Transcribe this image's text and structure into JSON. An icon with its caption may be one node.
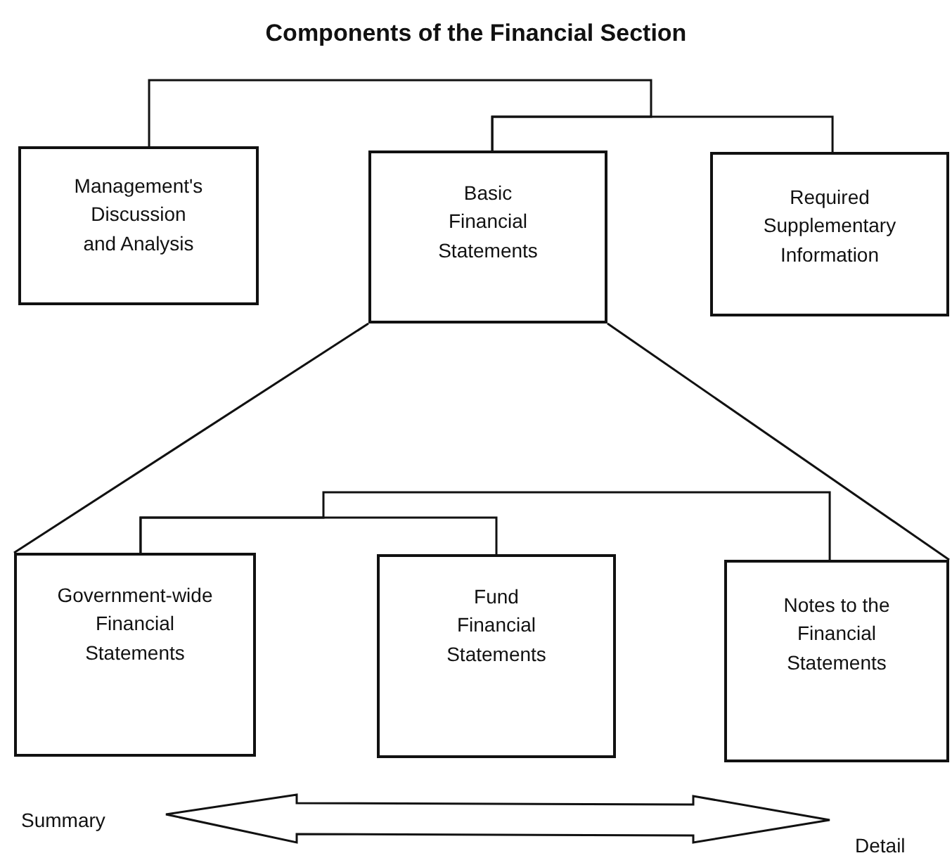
{
  "diagram": {
    "title": "Components of the Financial Section",
    "nodes": [
      {
        "text": [
          "Management's Discussion and Analysis"
        ]
      },
      {
        "text": [
          "Basic Financial Statements"
        ]
      },
      {
        "text": [
          "Required Supplementary Information"
        ]
      },
      {
        "text": [
          "Government-wide Financial Statements"
        ]
      },
      {
        "text": [
          "Fund Financial Statements"
        ]
      },
      {
        "text": [
          "Notes to the Financial Statements"
        ]
      }
    ],
    "edges": [
      {
        "from": 0,
        "to": 1,
        "arrow": "none"
      },
      {
        "from": 1,
        "to": 2,
        "arrow": "none"
      },
      {
        "from": 3,
        "to": 4,
        "arrow": "none"
      },
      {
        "from": 3,
        "to": 5,
        "arrow": "none"
      },
      {
        "from": 1,
        "to": 3,
        "arrow": "none"
      },
      {
        "from": 1,
        "to": 5,
        "arrow": "none"
      }
    ],
    "labels": [
      "Summary",
      "Detail"
    ]
  }
}
